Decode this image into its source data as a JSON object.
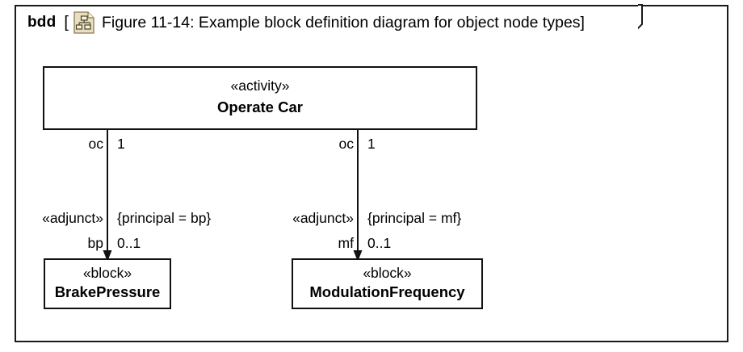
{
  "frame": {
    "kind": "bdd",
    "bracket_open": "[",
    "bracket_close": "]",
    "icon": "bdd-diagram-icon",
    "title": "Figure 11-14: Example block definition diagram for object node types]"
  },
  "blocks": [
    {
      "id": "operate-car",
      "stereotype": "«activity»",
      "name": "Operate Car"
    },
    {
      "id": "brake-pressure",
      "stereotype": "«block»",
      "name": "BrakePressure"
    },
    {
      "id": "modulation-frequency",
      "stereotype": "«block»",
      "name": "ModulationFrequency"
    }
  ],
  "associations": [
    {
      "id": "oc-to-bp",
      "source_role": "oc",
      "source_multiplicity": "1",
      "stereotype": "«adjunct»",
      "constraint": "{principal = bp}",
      "target_role": "bp",
      "target_multiplicity": "0..1"
    },
    {
      "id": "oc-to-mf",
      "source_role": "oc",
      "source_multiplicity": "1",
      "stereotype": "«adjunct»",
      "constraint": "{principal = mf}",
      "target_role": "mf",
      "target_multiplicity": "0..1"
    }
  ],
  "colors": {
    "line": "#111111",
    "icon_fill": "#e8dfc0",
    "icon_stroke": "#8a7b4e",
    "background": "#ffffff"
  }
}
